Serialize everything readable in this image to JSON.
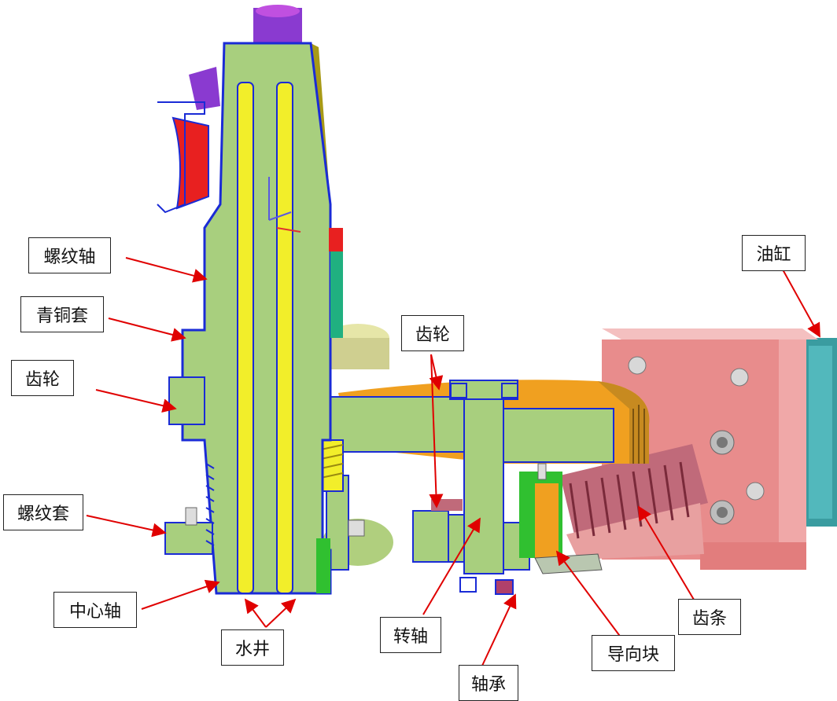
{
  "labels": {
    "thread_shaft": "螺纹轴",
    "bronze_sleeve": "青铜套",
    "gear_left": "齿轮",
    "thread_sleeve": "螺纹套",
    "center_shaft": "中心轴",
    "water_well": "水井",
    "gear_center": "齿轮",
    "rotating_shaft": "转轴",
    "bearing": "轴承",
    "guide_block": "导向块",
    "rack": "齿条",
    "oil_cylinder": "油缸"
  },
  "colors": {
    "part_green": "#a8cf7e",
    "outline_blue": "#1a2bd6",
    "channel_yellow": "#f2ee2a",
    "olive": "#a89a16",
    "orange": "#f0a020",
    "pink": "#e89a9a",
    "teal": "#3a9ca0",
    "red": "#e82020",
    "purple": "#8a3ad0",
    "magenta": "#b0406a",
    "arrow_red": "#e00000"
  }
}
